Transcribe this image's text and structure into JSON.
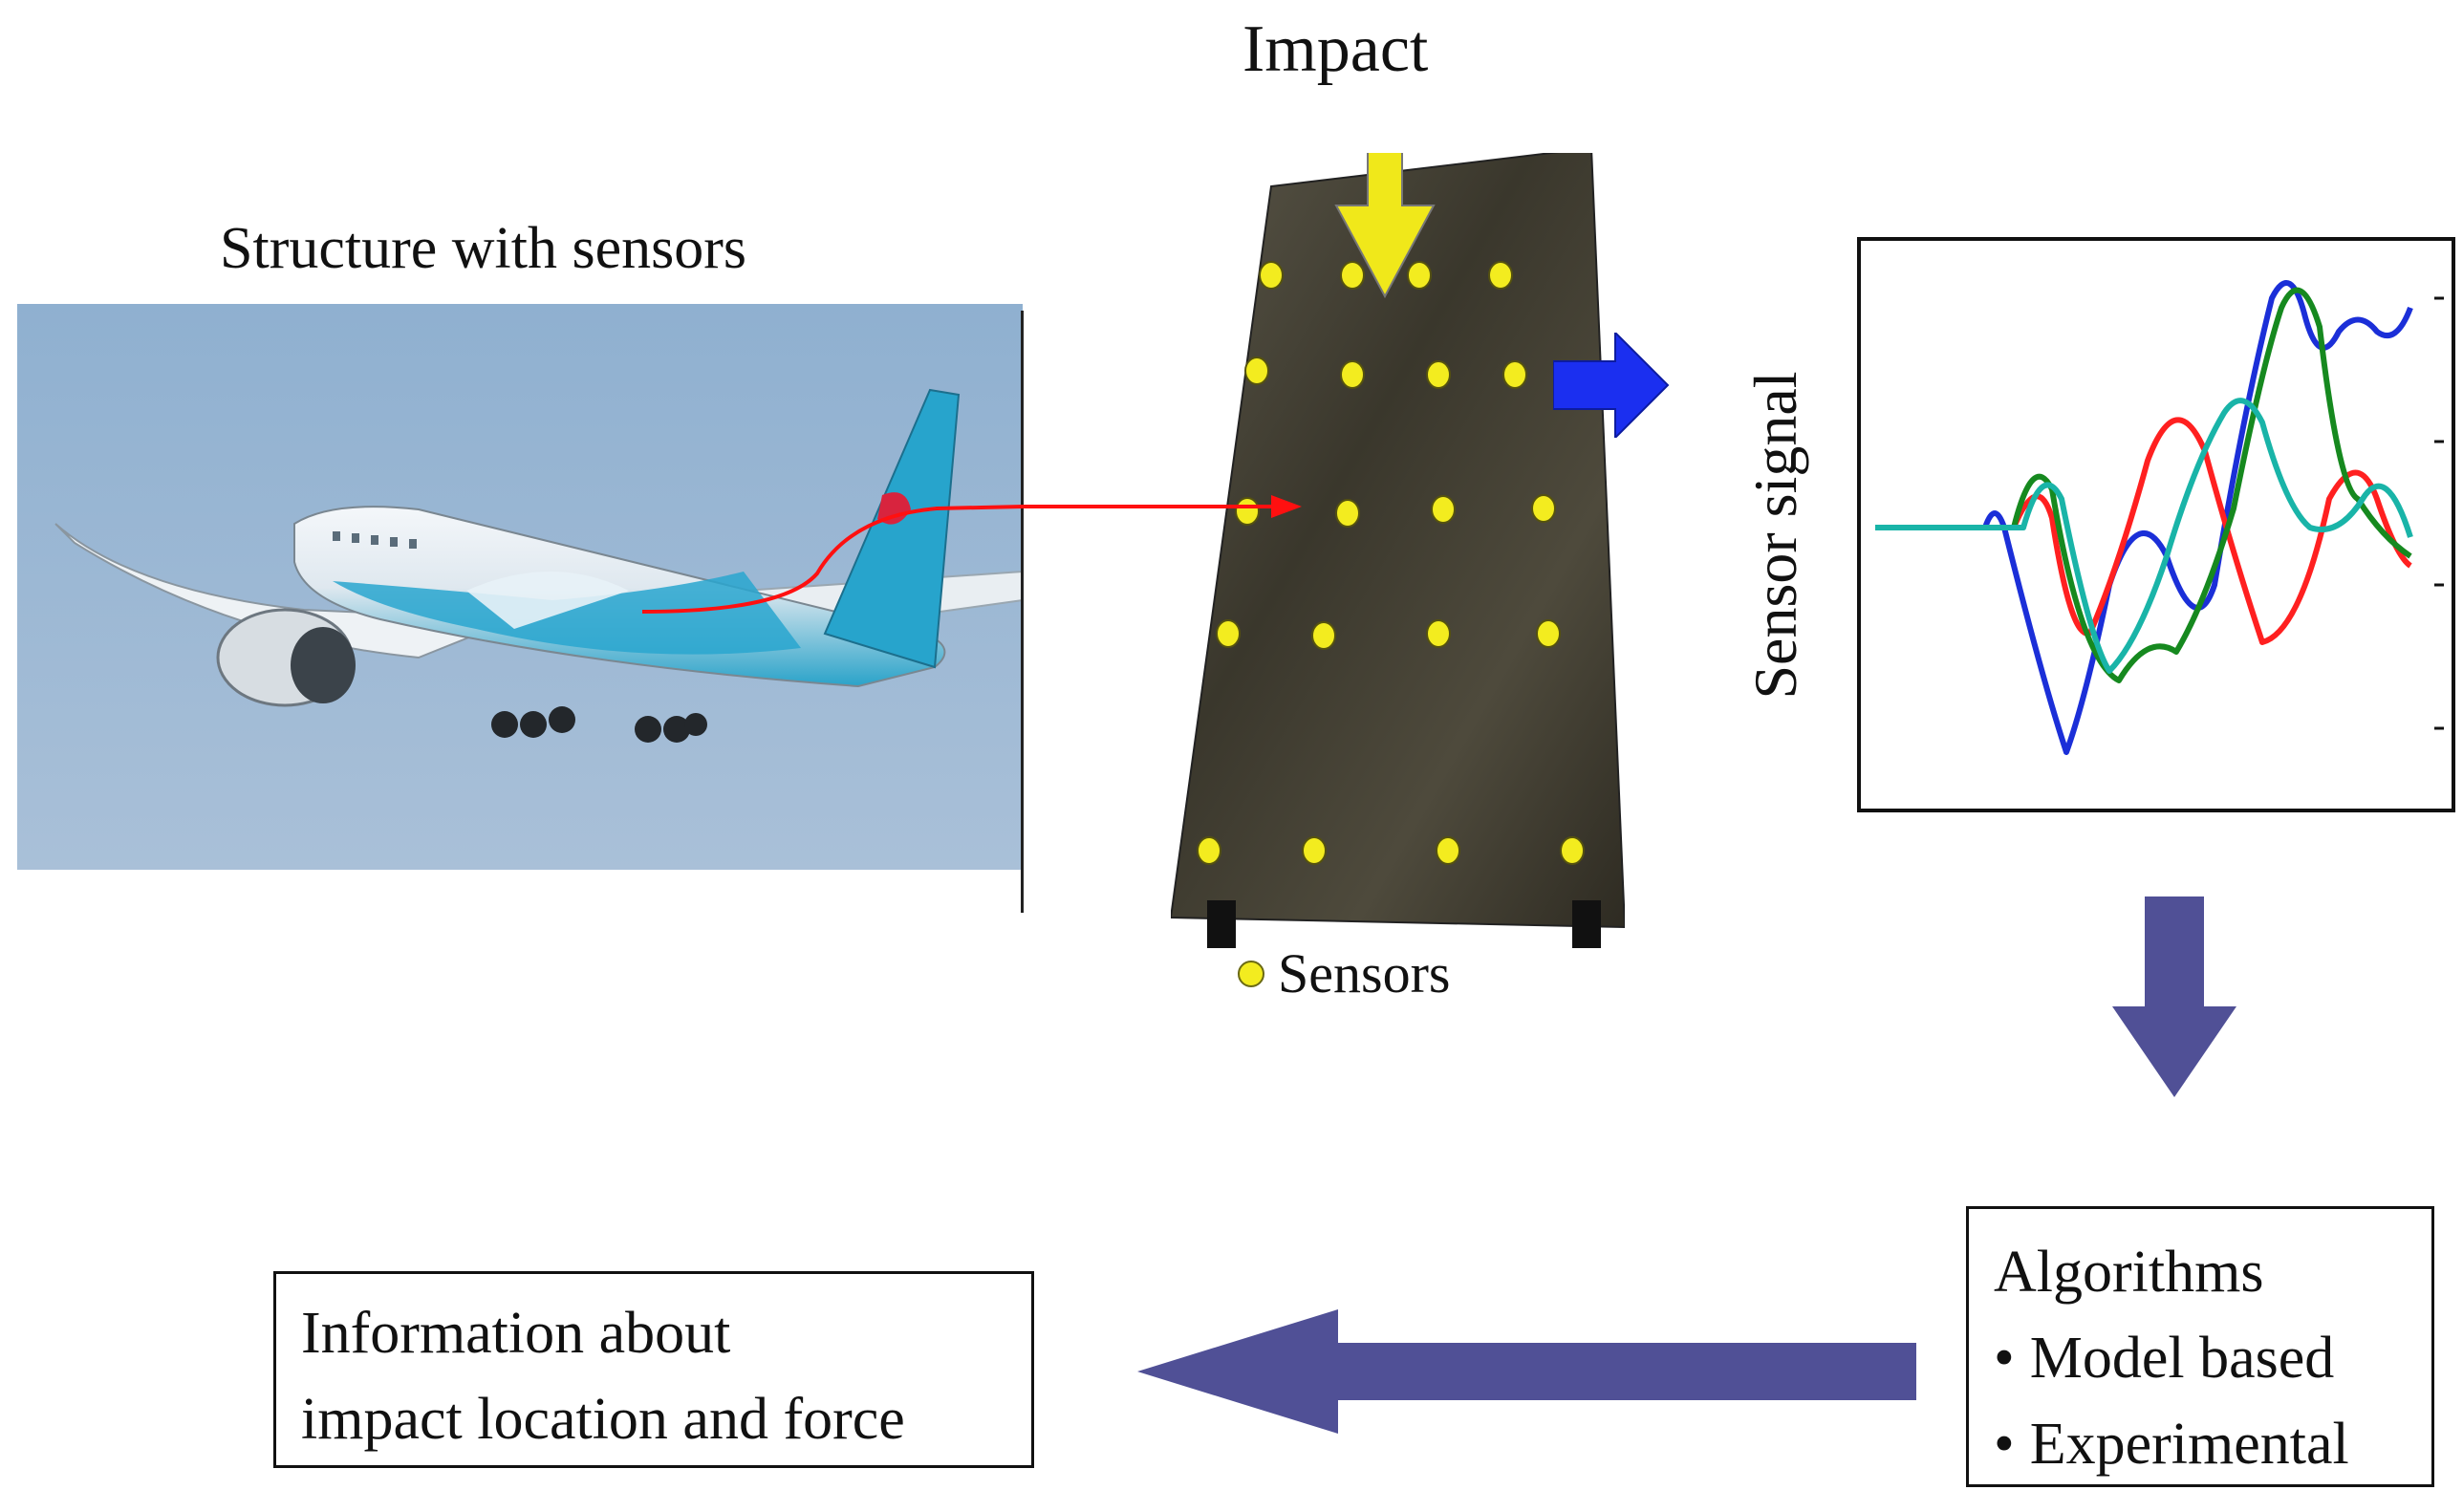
{
  "labels": {
    "structure_title": "Structure with sensors",
    "impact_title": "Impact",
    "sensors_legend": "Sensors",
    "sensor_signal": "Sensor signal"
  },
  "algorithms": {
    "title": "Algorithms",
    "items": [
      "Model based",
      "Experimental"
    ]
  },
  "information": {
    "line1": "Information about",
    "line2": "impact location and force"
  },
  "colors": {
    "sensor_dot": "#f3ec1f",
    "impact_arrow": "#f0e81a",
    "signal_arrow": "#1b2ff0",
    "flow_arrow": "#505096",
    "red_path": "#ff1010",
    "sky": "#9cb8d3",
    "panel": "#3d3a2f"
  },
  "icons": {
    "impact_arrow": "arrow-down-icon",
    "signal_arrow": "arrow-right-icon",
    "flow_down": "arrow-down-icon",
    "flow_left": "arrow-left-icon"
  },
  "signals": [
    {
      "color": "#1b2fd8"
    },
    {
      "color": "#ff2020"
    },
    {
      "color": "#16891f"
    },
    {
      "color": "#19b4a8"
    }
  ]
}
